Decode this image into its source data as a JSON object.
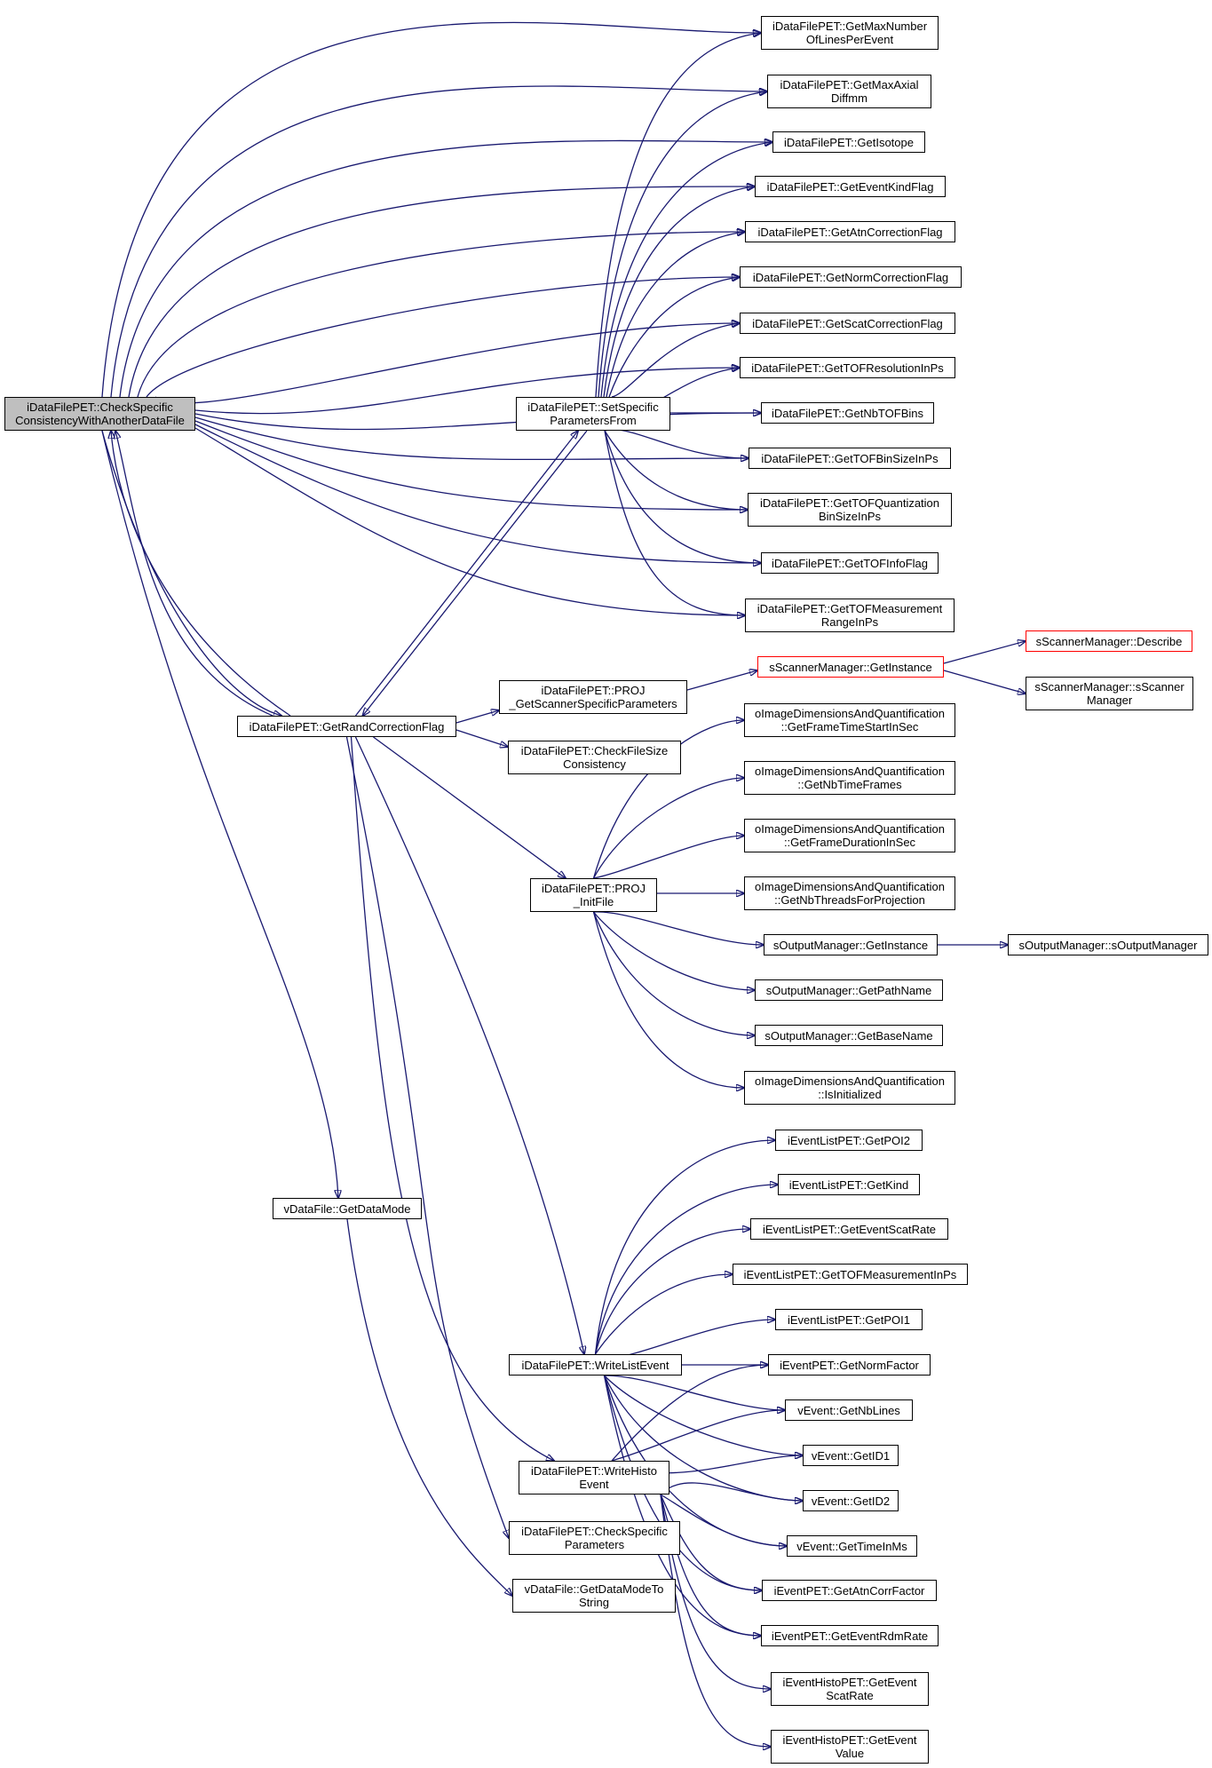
{
  "diagram": {
    "edge_color": "#191970",
    "root_fill": "#bfbfbf",
    "truncated_border_color": "#ff0000",
    "nodes": {
      "root": {
        "lines": [
          "iDataFilePET::CheckSpecific",
          "ConsistencyWithAnotherDataFile"
        ]
      },
      "getMaxNbLines": {
        "lines": [
          "iDataFilePET::GetMaxNumber",
          "OfLinesPerEvent"
        ]
      },
      "getMaxAxial": {
        "lines": [
          "iDataFilePET::GetMaxAxial",
          "Diffmm"
        ]
      },
      "getIsotope": {
        "lines": [
          "iDataFilePET::GetIsotope"
        ]
      },
      "getEventKind": {
        "lines": [
          "iDataFilePET::GetEventKindFlag"
        ]
      },
      "getAtnCorr": {
        "lines": [
          "iDataFilePET::GetAtnCorrectionFlag"
        ]
      },
      "getNormCorr": {
        "lines": [
          "iDataFilePET::GetNormCorrectionFlag"
        ]
      },
      "getScatCorr": {
        "lines": [
          "iDataFilePET::GetScatCorrectionFlag"
        ]
      },
      "getTOFRes": {
        "lines": [
          "iDataFilePET::GetTOFResolutionInPs"
        ]
      },
      "getNbTOFBins": {
        "lines": [
          "iDataFilePET::GetNbTOFBins"
        ]
      },
      "getTOFBinSize": {
        "lines": [
          "iDataFilePET::GetTOFBinSizeInPs"
        ]
      },
      "getTOFQuant": {
        "lines": [
          "iDataFilePET::GetTOFQuantization",
          "BinSizeInPs"
        ]
      },
      "getTOFInfo": {
        "lines": [
          "iDataFilePET::GetTOFInfoFlag"
        ]
      },
      "getTOFMeasRange": {
        "lines": [
          "iDataFilePET::GetTOFMeasurement",
          "RangeInPs"
        ]
      },
      "setSpecific": {
        "lines": [
          "iDataFilePET::SetSpecific",
          "ParametersFrom"
        ]
      },
      "scannerDescribe": {
        "lines": [
          "sScannerManager::Describe"
        ]
      },
      "scannerGetInstance": {
        "lines": [
          "sScannerManager::GetInstance"
        ]
      },
      "scannerCtor": {
        "lines": [
          "sScannerManager::sScanner",
          "Manager"
        ]
      },
      "projGetScanner": {
        "lines": [
          "iDataFilePET::PROJ",
          "_GetScannerSpecificParameters"
        ]
      },
      "getRandCorr": {
        "lines": [
          "iDataFilePET::GetRandCorrectionFlag"
        ]
      },
      "checkFileSize": {
        "lines": [
          "iDataFilePET::CheckFileSize",
          "Consistency"
        ]
      },
      "oFrameTimeStart": {
        "lines": [
          "oImageDimensionsAndQuantification",
          "::GetFrameTimeStartInSec"
        ]
      },
      "oNbTimeFrames": {
        "lines": [
          "oImageDimensionsAndQuantification",
          "::GetNbTimeFrames"
        ]
      },
      "oFrameDuration": {
        "lines": [
          "oImageDimensionsAndQuantification",
          "::GetFrameDurationInSec"
        ]
      },
      "oNbThreads": {
        "lines": [
          "oImageDimensionsAndQuantification",
          "::GetNbThreadsForProjection"
        ]
      },
      "projInitFile": {
        "lines": [
          "iDataFilePET::PROJ",
          "_InitFile"
        ]
      },
      "outGetInstance": {
        "lines": [
          "sOutputManager::GetInstance"
        ]
      },
      "outCtor": {
        "lines": [
          "sOutputManager::sOutputManager"
        ]
      },
      "outPathName": {
        "lines": [
          "sOutputManager::GetPathName"
        ]
      },
      "outBaseName": {
        "lines": [
          "sOutputManager::GetBaseName"
        ]
      },
      "oIsInitialized": {
        "lines": [
          "oImageDimensionsAndQuantification",
          "::IsInitialized"
        ]
      },
      "elGetPOI2": {
        "lines": [
          "iEventListPET::GetPOI2"
        ]
      },
      "elGetKind": {
        "lines": [
          "iEventListPET::GetKind"
        ]
      },
      "elScatRate": {
        "lines": [
          "iEventListPET::GetEventScatRate"
        ]
      },
      "elTOFMeas": {
        "lines": [
          "iEventListPET::GetTOFMeasurementInPs"
        ]
      },
      "elGetPOI1": {
        "lines": [
          "iEventListPET::GetPOI1"
        ]
      },
      "getDataMode": {
        "lines": [
          "vDataFile::GetDataMode"
        ]
      },
      "writeListEvent": {
        "lines": [
          "iDataFilePET::WriteListEvent"
        ]
      },
      "normFactor": {
        "lines": [
          "iEventPET::GetNormFactor"
        ]
      },
      "nbLines": {
        "lines": [
          "vEvent::GetNbLines"
        ]
      },
      "getID1": {
        "lines": [
          "vEvent::GetID1"
        ]
      },
      "writeHisto": {
        "lines": [
          "iDataFilePET::WriteHisto",
          "Event"
        ]
      },
      "getID2": {
        "lines": [
          "vEvent::GetID2"
        ]
      },
      "checkSpecParams": {
        "lines": [
          "iDataFilePET::CheckSpecific",
          "Parameters"
        ]
      },
      "timeInMs": {
        "lines": [
          "vEvent::GetTimeInMs"
        ]
      },
      "atnCorrFactor": {
        "lines": [
          "iEventPET::GetAtnCorrFactor"
        ]
      },
      "dataModeToString": {
        "lines": [
          "vDataFile::GetDataModeTo",
          "String"
        ]
      },
      "eventRdmRate": {
        "lines": [
          "iEventPET::GetEventRdmRate"
        ]
      },
      "ehScatRate": {
        "lines": [
          "iEventHistoPET::GetEvent",
          "ScatRate"
        ]
      },
      "ehValue": {
        "lines": [
          "iEventHistoPET::GetEvent",
          "Value"
        ]
      }
    }
  }
}
